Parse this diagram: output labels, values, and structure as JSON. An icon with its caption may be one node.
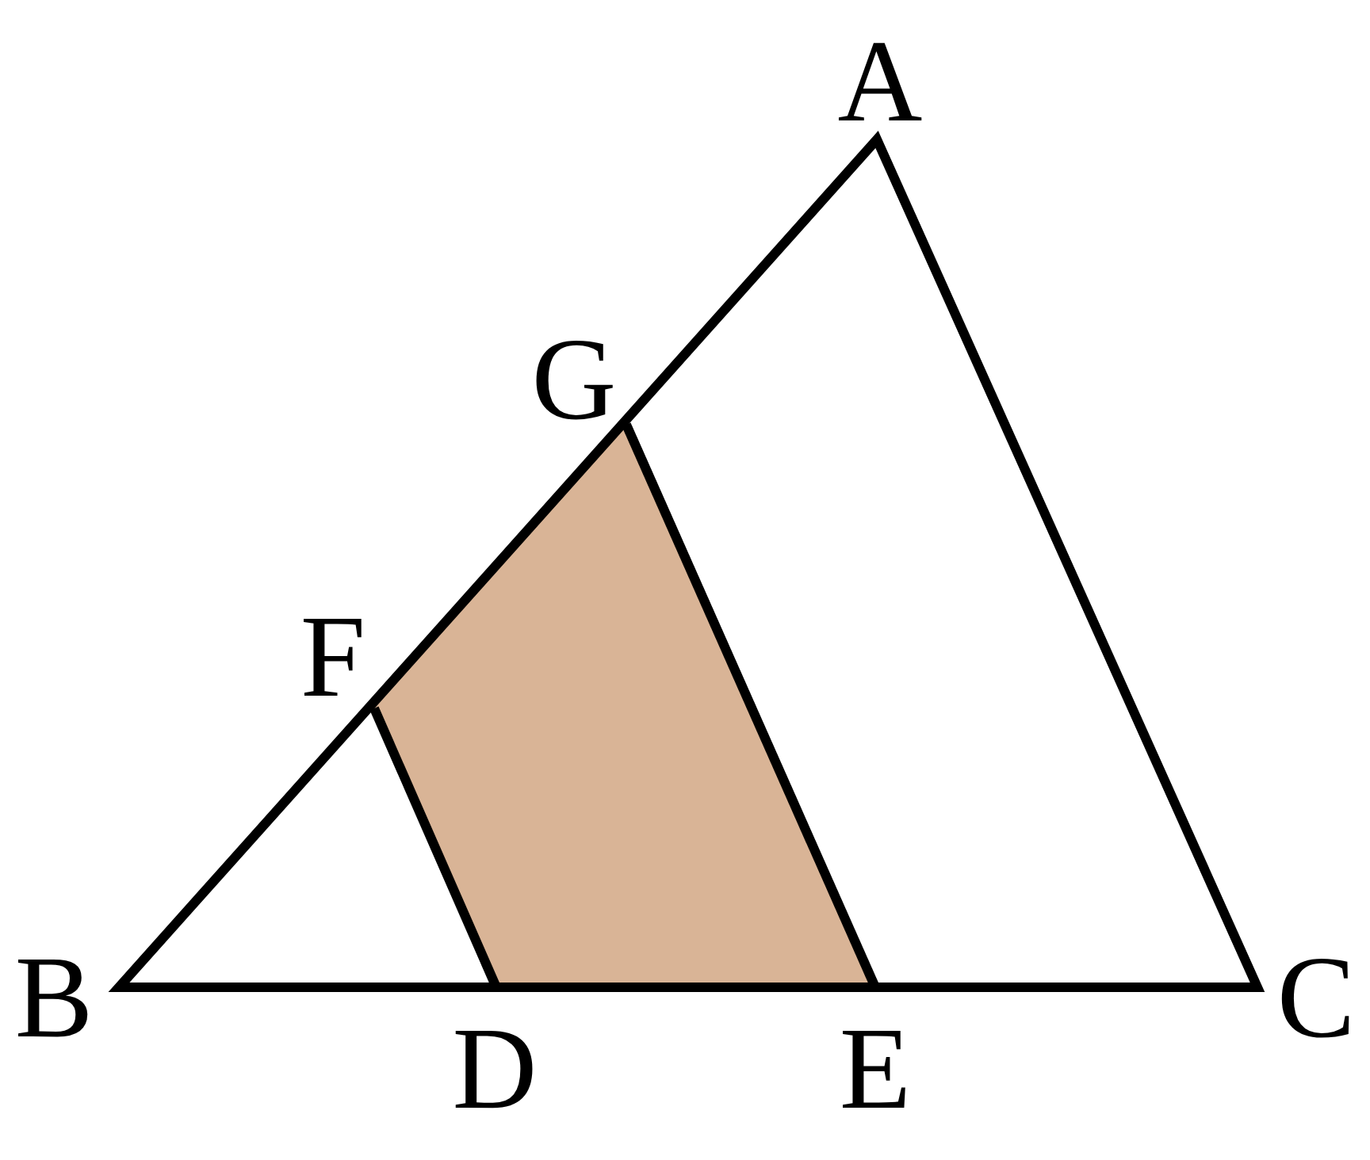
{
  "diagram": {
    "labels": [
      "A",
      "G",
      "F",
      "B",
      "C",
      "D",
      "E"
    ]
  }
}
